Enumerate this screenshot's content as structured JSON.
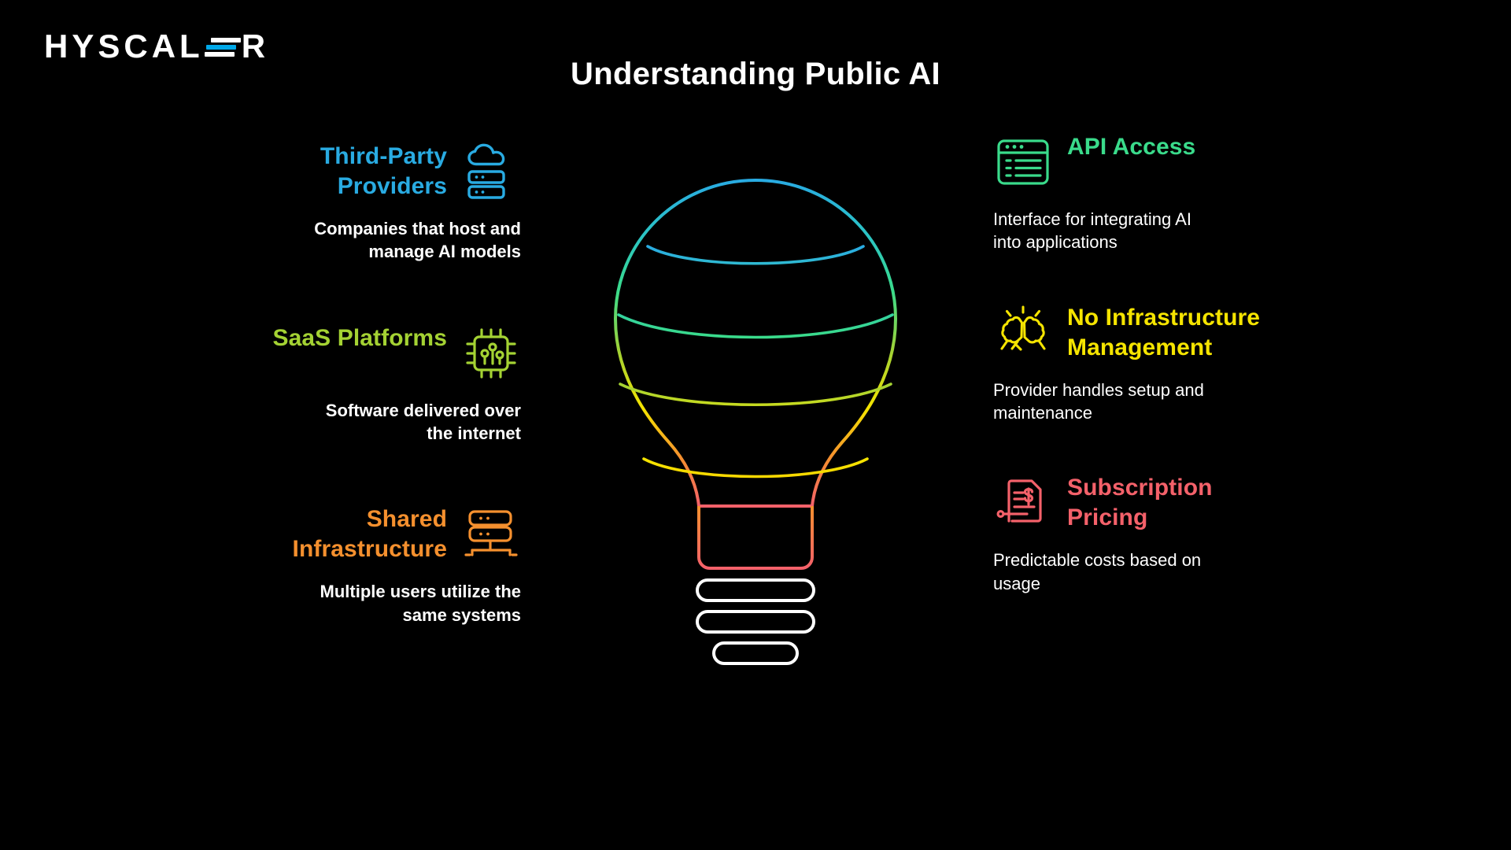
{
  "brand": {
    "logo_text_left": "HYSCAL",
    "logo_text_right": "R",
    "logo_name": "HYSCALER",
    "logo_accent_color": "#00A8E8"
  },
  "header": {
    "title": "Understanding Public AI"
  },
  "colors": {
    "background": "#000000",
    "third_party": "#29ABE2",
    "saas": "#A4D233",
    "shared_infra": "#F5902E",
    "api_access": "#3ADB8B",
    "no_infra": "#F5E400",
    "subscription": "#F4616A",
    "body_text": "#FFFFFF"
  },
  "left_column": [
    {
      "title": "Third-Party Providers",
      "description": "Companies that host and manage AI models",
      "color": "#29ABE2",
      "icon": "cloud-server-icon"
    },
    {
      "title": "SaaS Platforms",
      "description": "Software delivered over the internet",
      "color": "#A4D233",
      "icon": "cpu-chip-icon"
    },
    {
      "title": "Shared Infrastructure",
      "description": "Multiple users utilize the same systems",
      "color": "#F5902E",
      "icon": "server-network-icon"
    }
  ],
  "right_column": [
    {
      "title": "API Access",
      "description": "Interface for integrating AI into applications",
      "color": "#3ADB8B",
      "icon": "browser-list-icon"
    },
    {
      "title": "No Infrastructure Management",
      "description": "Provider handles setup and maintenance",
      "color": "#F5E400",
      "icon": "fist-bump-icon"
    },
    {
      "title": "Subscription Pricing",
      "description": "Predictable costs based on usage",
      "color": "#F4616A",
      "icon": "invoice-dollar-icon"
    }
  ],
  "center_graphic": {
    "name": "lightbulb-illustration",
    "gradient_stops": [
      "#29ABE2",
      "#2BC4C4",
      "#3ADB8B",
      "#A4D233",
      "#F5E400",
      "#F5902E",
      "#F4616A"
    ],
    "segment_count": 5,
    "base_ring_count": 3,
    "base_ring_color": "#FFFFFF"
  }
}
